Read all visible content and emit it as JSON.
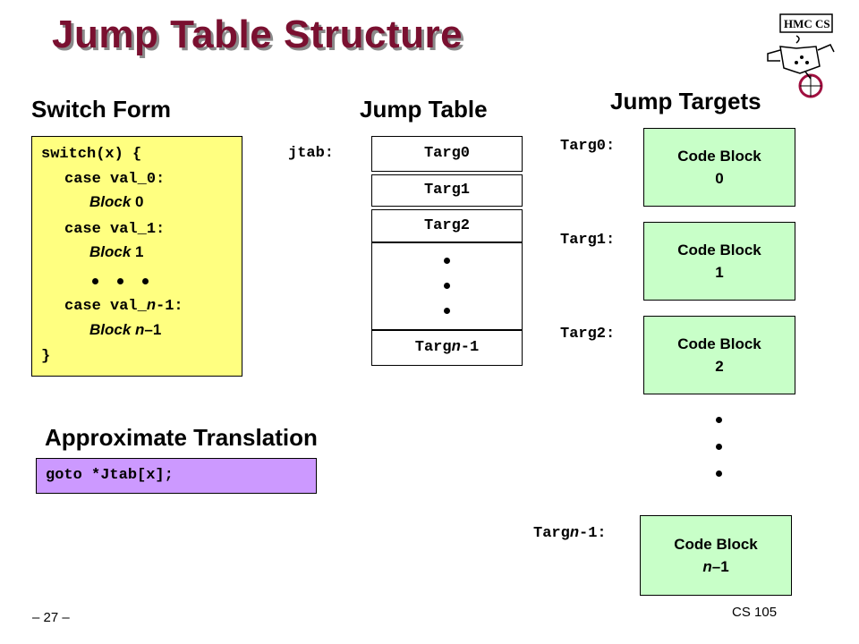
{
  "title": "Jump Table Structure",
  "switch_form": {
    "heading": "Switch Form",
    "lines": {
      "l0": "switch(x) {",
      "l1": "case val_0:",
      "l2_word": "Block",
      "l2_num": " 0",
      "l3": "case val_1:",
      "l4_word": "Block",
      "l4_num": " 1",
      "l6_pre": "case val_",
      "l6_var": "n",
      "l6_post": "-1:",
      "l7_word": "Block ",
      "l7_var": "n",
      "l7_post": "–1",
      "l8": "}"
    }
  },
  "jump_table": {
    "heading": "Jump Table",
    "label": "jtab:",
    "entries": [
      "Targ0",
      "Targ1",
      "Targ2"
    ],
    "last_pre": "Targ",
    "last_var": "n",
    "last_post": "-1"
  },
  "jump_targets": {
    "heading": "Jump Targets",
    "labels": [
      "Targ0:",
      "Targ1:",
      "Targ2:"
    ],
    "last_label_pre": "Targ",
    "last_label_var": "n",
    "last_label_post": "-1:",
    "block_word": "Code Block",
    "block_nums": [
      "0",
      "1",
      "2"
    ],
    "last_block_var": "n",
    "last_block_post": "–1"
  },
  "translation": {
    "heading": "Approximate Translation",
    "code": "goto *Jtab[x];"
  },
  "footer": {
    "page": "– 27 –",
    "course": "CS 105"
  },
  "logo": {
    "text": "HMC CS"
  },
  "colors": {
    "title": "#7a1030",
    "code_bg": "#ffff80",
    "target_bg": "#c8ffc8",
    "translation_bg": "#cc99ff"
  }
}
